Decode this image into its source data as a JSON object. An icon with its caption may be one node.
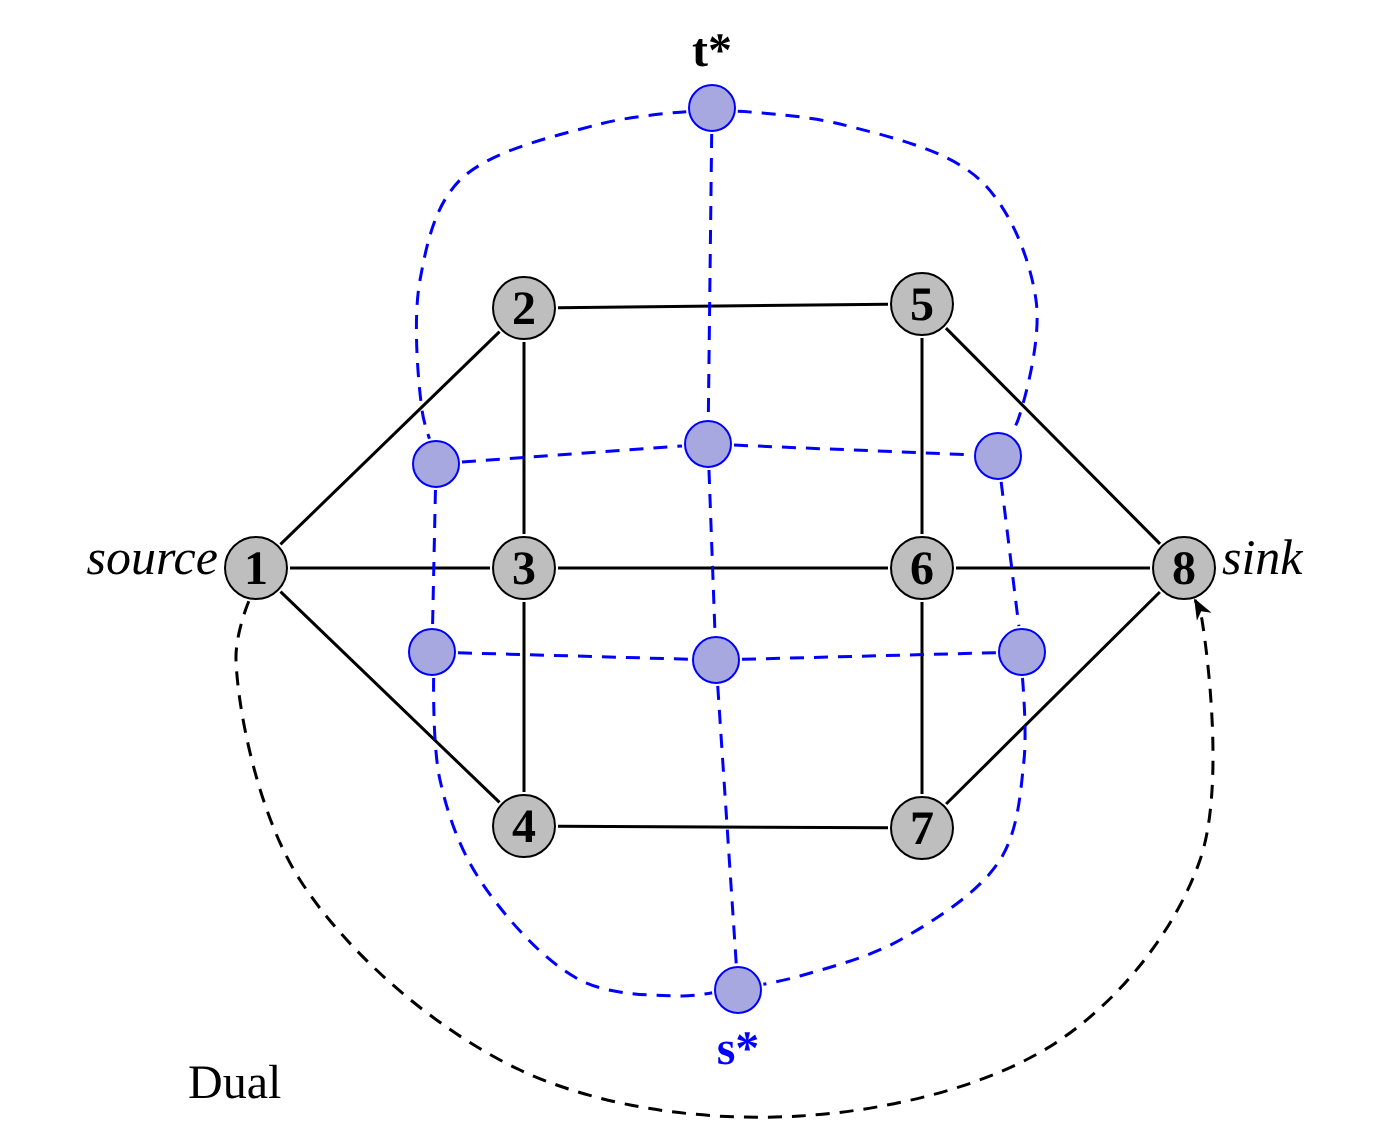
{
  "diagram": {
    "nodes": [
      {
        "text": [
          "1"
        ],
        "beside": [
          "source"
        ]
      },
      {
        "text": [
          "2"
        ]
      },
      {
        "text": [
          "3"
        ]
      },
      {
        "text": [
          "4"
        ]
      },
      {
        "text": [
          "5"
        ]
      },
      {
        "text": [
          "6"
        ]
      },
      {
        "text": [
          "7"
        ]
      },
      {
        "text": [
          "8"
        ],
        "beside": [
          "sink"
        ]
      },
      {
        "text": [
          "t*"
        ]
      },
      {
        "text": [],
        "shape": "circle"
      },
      {
        "text": [],
        "shape": "circle"
      },
      {
        "text": [],
        "shape": "circle"
      },
      {
        "text": [],
        "shape": "circle"
      },
      {
        "text": [],
        "shape": "circle"
      },
      {
        "text": [],
        "shape": "circle"
      },
      {
        "text": [
          "s*"
        ]
      }
    ],
    "edges": [
      {
        "from": 0,
        "to": 1,
        "arrow": "none"
      },
      {
        "from": 0,
        "to": 2,
        "arrow": "none"
      },
      {
        "from": 0,
        "to": 3,
        "arrow": "none"
      },
      {
        "from": 1,
        "to": 2,
        "arrow": "none"
      },
      {
        "from": 1,
        "to": 4,
        "arrow": "none"
      },
      {
        "from": 2,
        "to": 3,
        "arrow": "none"
      },
      {
        "from": 2,
        "to": 5,
        "arrow": "none"
      },
      {
        "from": 3,
        "to": 6,
        "arrow": "none"
      },
      {
        "from": 4,
        "to": 5,
        "arrow": "none"
      },
      {
        "from": 5,
        "to": 6,
        "arrow": "none"
      },
      {
        "from": 4,
        "to": 7,
        "arrow": "none"
      },
      {
        "from": 5,
        "to": 7,
        "arrow": "none"
      },
      {
        "from": 6,
        "to": 7,
        "arrow": "none"
      },
      {
        "from": 0,
        "to": 7,
        "arrow": "to",
        "style": "dashed"
      },
      {
        "from": 8,
        "to": 9,
        "arrow": "none",
        "style": "dashed",
        "color": "#0000ff"
      },
      {
        "from": 8,
        "to": 10,
        "arrow": "none",
        "style": "dashed",
        "color": "#0000ff"
      },
      {
        "from": 8,
        "to": 11,
        "arrow": "none",
        "style": "dashed",
        "color": "#0000ff"
      },
      {
        "from": 9,
        "to": 10,
        "arrow": "none",
        "style": "dashed",
        "color": "#0000ff"
      },
      {
        "from": 10,
        "to": 11,
        "arrow": "none",
        "style": "dashed",
        "color": "#0000ff"
      },
      {
        "from": 9,
        "to": 12,
        "arrow": "none",
        "style": "dashed",
        "color": "#0000ff"
      },
      {
        "from": 10,
        "to": 13,
        "arrow": "none",
        "style": "dashed",
        "color": "#0000ff"
      },
      {
        "from": 11,
        "to": 14,
        "arrow": "none",
        "style": "dashed",
        "color": "#0000ff"
      },
      {
        "from": 12,
        "to": 13,
        "arrow": "none",
        "style": "dashed",
        "color": "#0000ff"
      },
      {
        "from": 13,
        "to": 14,
        "arrow": "none",
        "style": "dashed",
        "color": "#0000ff"
      },
      {
        "from": 12,
        "to": 15,
        "arrow": "none",
        "style": "dashed",
        "color": "#0000ff"
      },
      {
        "from": 13,
        "to": 15,
        "arrow": "none",
        "style": "dashed",
        "color": "#0000ff"
      },
      {
        "from": 14,
        "to": 15,
        "arrow": "none",
        "style": "dashed",
        "color": "#0000ff"
      }
    ],
    "labels": [
      "Dual"
    ]
  }
}
